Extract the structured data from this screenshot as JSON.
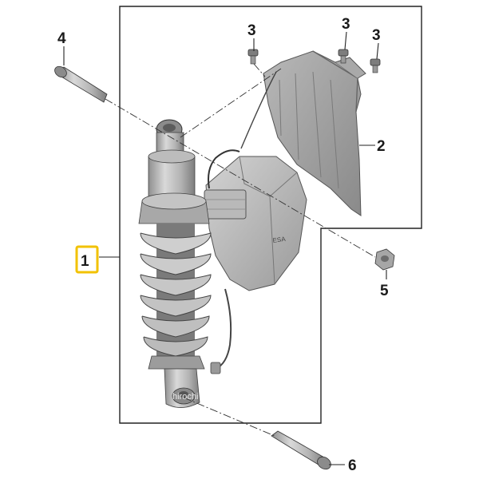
{
  "callouts": {
    "c1": "1",
    "c2": "2",
    "c3a": "3",
    "c3b": "3",
    "c3c": "3",
    "c4": "4",
    "c5": "5",
    "c6": "6"
  },
  "watermark": "hirochi",
  "colors": {
    "highlight_border": "#f2c200",
    "part_fill": "#c8c8c8",
    "part_dark": "#8e8e8e",
    "line": "#222222"
  }
}
